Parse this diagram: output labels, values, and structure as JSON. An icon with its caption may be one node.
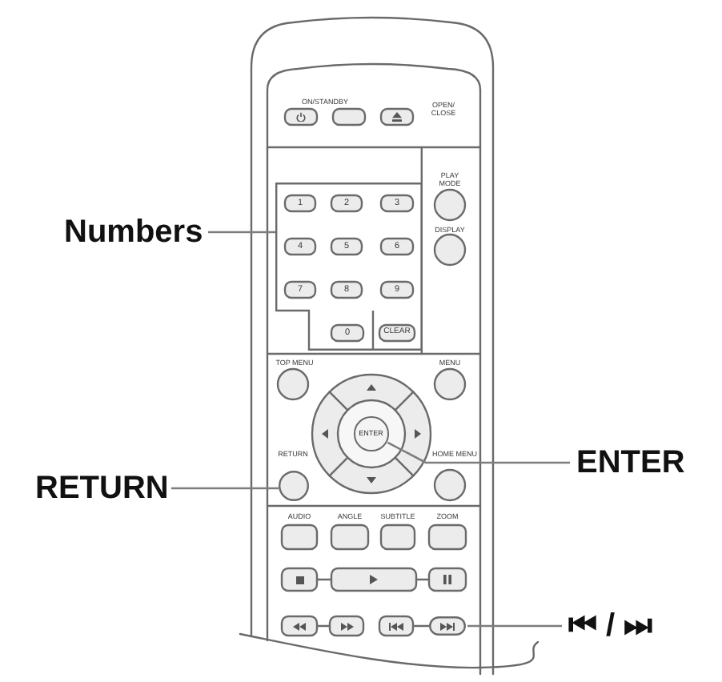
{
  "diagram": {
    "nodes": [
      {
        "text": [
          "Numbers"
        ]
      },
      {
        "text": [],
        "shape": "box"
      },
      {
        "text": [
          "RETURN"
        ]
      },
      {
        "text": [
          "RETURN"
        ]
      },
      {
        "text": [
          "ENTER"
        ]
      },
      {
        "text": [
          "ENTER"
        ]
      },
      {
        "text": [
          "⏮ / ⏭"
        ]
      },
      {
        "text": [],
        "shape": "box"
      }
    ],
    "edges": [
      {
        "from": 0,
        "to": 1,
        "arrow": "none"
      },
      {
        "from": 2,
        "to": 3,
        "arrow": "none"
      },
      {
        "from": 4,
        "to": 5,
        "arrow": "none"
      },
      {
        "from": 6,
        "to": 7,
        "arrow": "none"
      }
    ],
    "labels": [
      "ON/STANDBY",
      "OPEN/ CLOSE",
      "PLAY MODE",
      "1",
      "2",
      "3",
      "DISPLAY",
      "4",
      "5",
      "6",
      "7",
      "8",
      "9",
      "0",
      "CLEAR",
      "TOP MENU",
      "MENU",
      "HOME MENU",
      "AUDIO",
      "ANGLE",
      "SUBTITLE",
      "ZOOM"
    ]
  }
}
